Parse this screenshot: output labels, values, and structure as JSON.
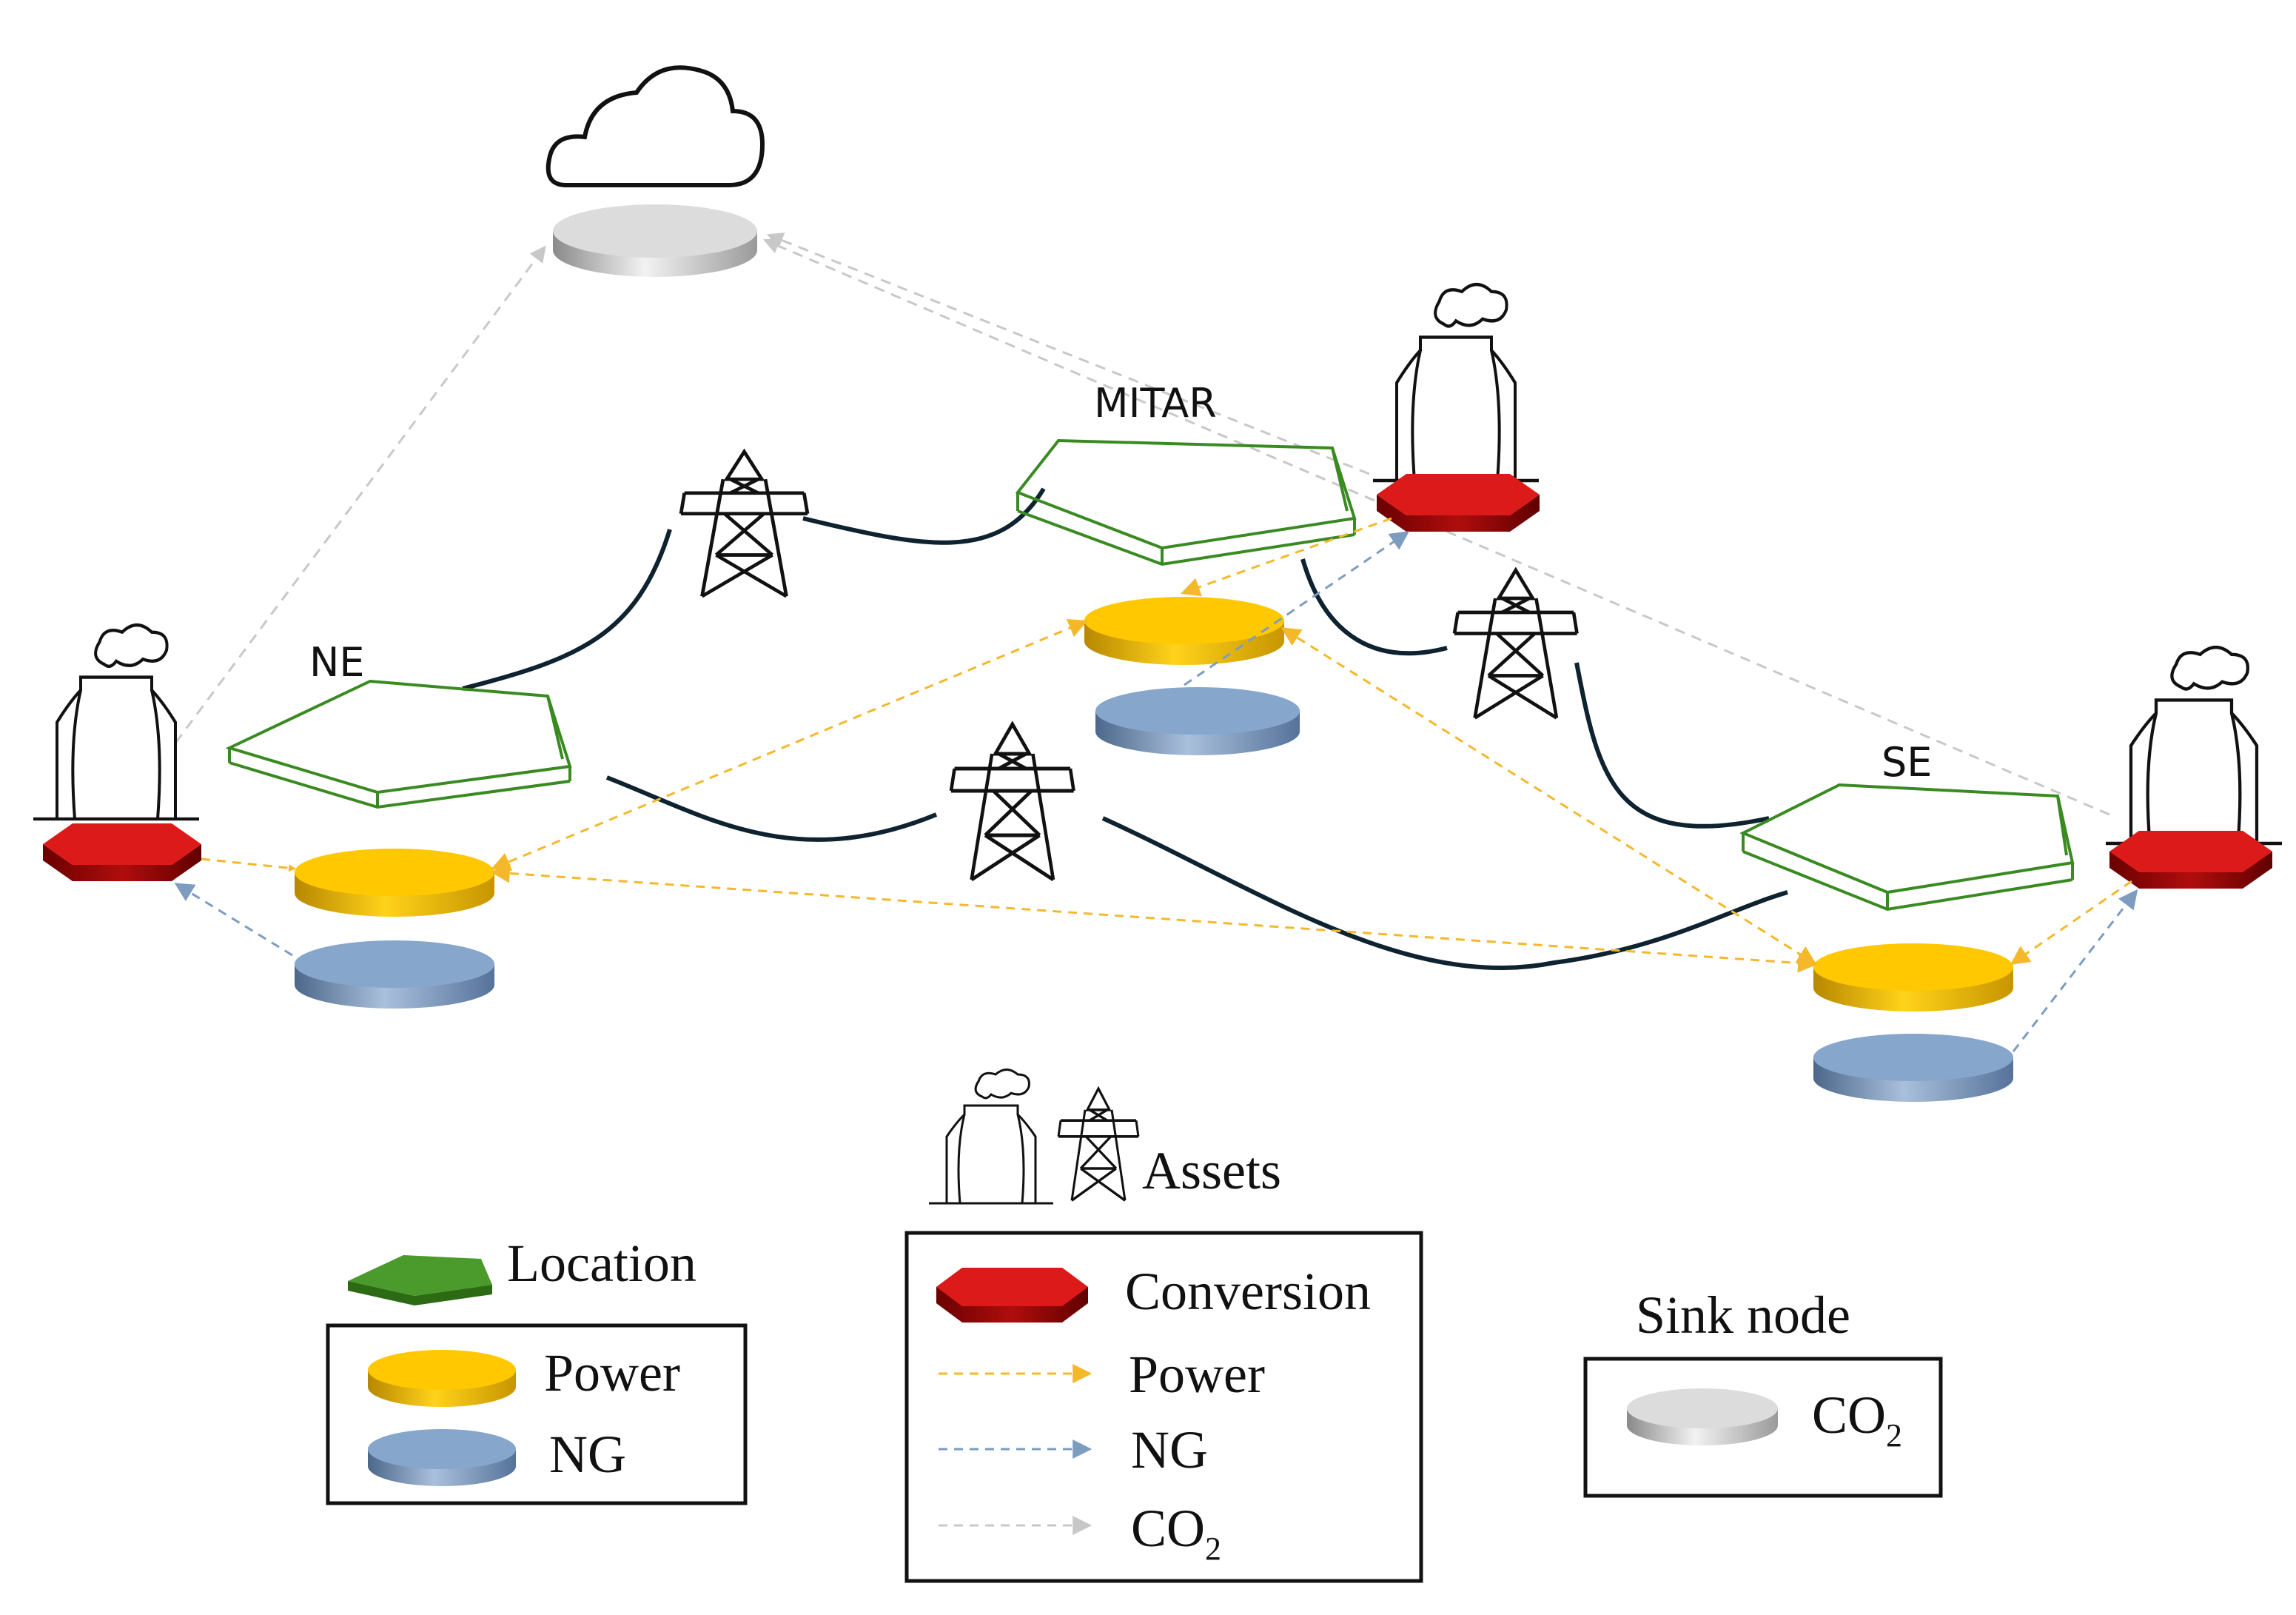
{
  "regions": {
    "ne": {
      "label": "NE"
    },
    "mitar": {
      "label": "MITAR"
    },
    "se": {
      "label": "SE"
    }
  },
  "legend": {
    "assets_label": "Assets",
    "location_label": "Location",
    "nodes": {
      "power_label": "Power",
      "ng_label": "NG"
    },
    "edges": {
      "conversion_label": "Conversion",
      "power_label": "Power",
      "ng_label": "NG",
      "co2_main": "CO",
      "co2_sub": "2"
    },
    "sink": {
      "title": "Sink node",
      "co2_main": "CO",
      "co2_sub": "2"
    }
  },
  "colors": {
    "power": "#ffc800",
    "ng": "#86a6cc",
    "conversion": "#dd1a1a",
    "sink": "#dcdcdc",
    "location": "#3a8a22",
    "line": "#0e2230",
    "power_arrow": "#f5b82a",
    "ng_arrow": "#7c9cc0",
    "co2_arrow": "#c8c8c8"
  }
}
